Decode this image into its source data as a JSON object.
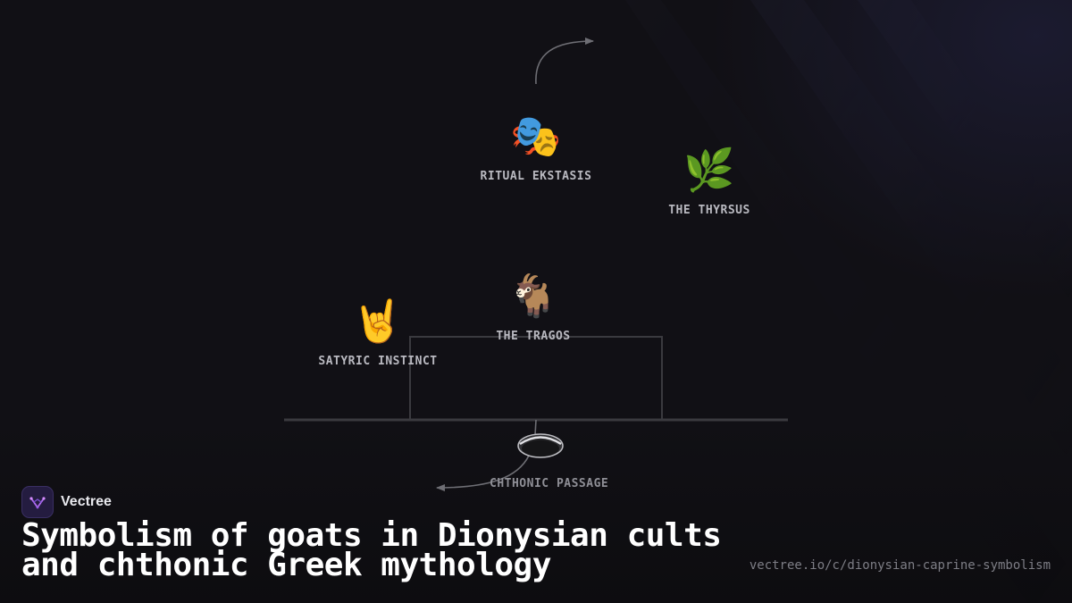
{
  "diagram": {
    "nodes": {
      "ritual": {
        "icon": "🎭",
        "icon_name": "masks-icon",
        "label": "RITUAL EKSTASIS"
      },
      "thyrsus": {
        "icon": "🌿",
        "icon_name": "herb-icon",
        "label": "THE THYRSUS"
      },
      "tragos": {
        "icon": "🐐",
        "icon_name": "goat-icon",
        "label": "THE TRAGOS"
      },
      "satyric": {
        "icon": "🤘",
        "icon_name": "horns-hand-icon",
        "label": "SATYRIC INSTINCT"
      },
      "chthonic": {
        "icon_name": "pit-icon",
        "label": "CHTHONIC PASSAGE"
      }
    },
    "colors": {
      "background": "#111015",
      "line": "#3a3a3f",
      "arrow": "#6e6e74",
      "label": "#b9b9c0"
    }
  },
  "brand": {
    "name": "Vectree",
    "logo_icon": "vectree-logo-icon"
  },
  "footer": {
    "title": "Symbolism of goats in Dionysian cults and chthonic Greek mythology",
    "url": "vectree.io/c/dionysian-caprine-symbolism"
  }
}
